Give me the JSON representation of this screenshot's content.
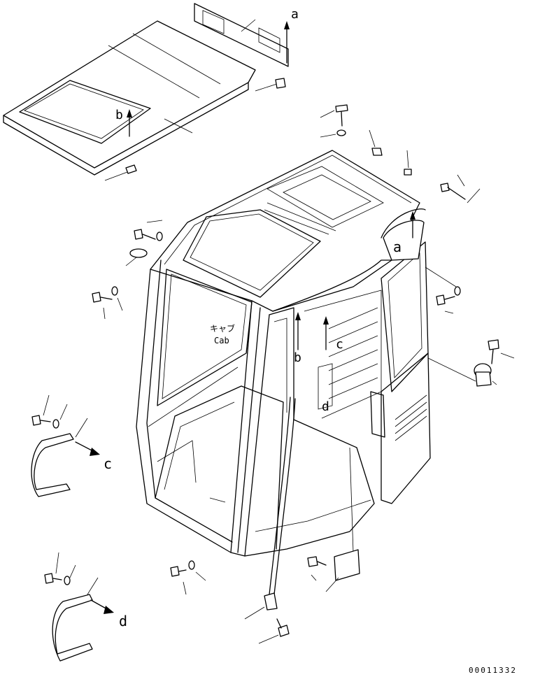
{
  "labels": {
    "a_top": "a",
    "a_cab": "a",
    "b_roof": "b",
    "b_cab": "b",
    "c_cab": "c",
    "c_handrail": "c",
    "d_cab": "d",
    "d_handrail": "d",
    "cab_jp": "キャブ",
    "cab_en": "Cab"
  },
  "drawing_number": "00011332",
  "icons": [
    "bolt-icon",
    "washer-icon",
    "arrow-icon"
  ]
}
